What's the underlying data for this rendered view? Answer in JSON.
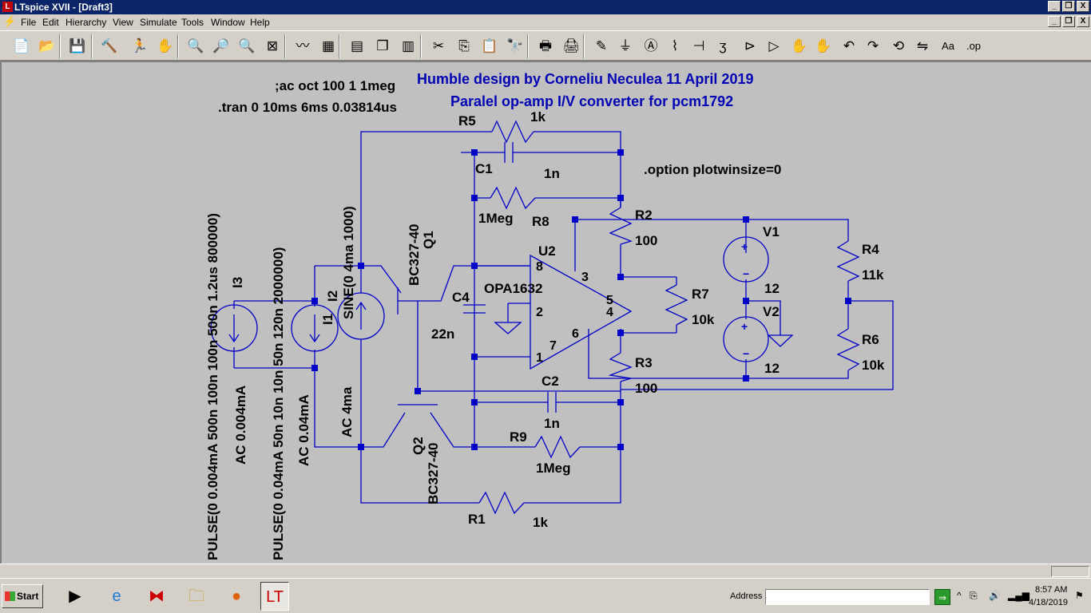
{
  "window": {
    "title": "LTspice XVII - [Draft3]",
    "controls": {
      "minimize": "_",
      "restore": "❐",
      "close": "X"
    }
  },
  "menu": [
    "File",
    "Edit",
    "Hierarchy",
    "View",
    "Simulate",
    "Tools",
    "Window",
    "Help"
  ],
  "toolbar": {
    "buttons": [
      {
        "name": "new-schematic-icon",
        "glyph": "📄"
      },
      {
        "name": "open-icon",
        "glyph": "📂"
      },
      {
        "name": "save-icon",
        "glyph": "💾"
      },
      {
        "name": "control-panel-icon",
        "glyph": "🔨"
      },
      {
        "name": "run-icon",
        "glyph": "🏃"
      },
      {
        "name": "halt-icon",
        "glyph": "✋"
      },
      {
        "name": "zoom-in-icon",
        "glyph": "🔍"
      },
      {
        "name": "zoom-pan-icon",
        "glyph": "🔎"
      },
      {
        "name": "zoom-out-icon",
        "glyph": "🔍"
      },
      {
        "name": "zoom-fit-icon",
        "glyph": "⊠"
      },
      {
        "name": "autorange-icon",
        "glyph": "〰"
      },
      {
        "name": "delete-trace-icon",
        "glyph": "▦"
      },
      {
        "name": "tile-horizontal-icon",
        "glyph": "▤"
      },
      {
        "name": "cascade-icon",
        "glyph": "❐"
      },
      {
        "name": "tile-vertical-icon",
        "glyph": "▥"
      },
      {
        "name": "cut-icon",
        "glyph": "✂"
      },
      {
        "name": "copy-icon",
        "glyph": "⎘"
      },
      {
        "name": "paste-icon",
        "glyph": "📋"
      },
      {
        "name": "find-icon",
        "glyph": "🔭"
      },
      {
        "name": "print-icon",
        "glyph": "🖶"
      },
      {
        "name": "print-preview-icon",
        "glyph": "🖨"
      },
      {
        "name": "draw-wire-icon",
        "glyph": "✎"
      },
      {
        "name": "ground-icon",
        "glyph": "⏚"
      },
      {
        "name": "label-net-icon",
        "glyph": "Ⓐ"
      },
      {
        "name": "resistor-icon",
        "glyph": "⌇"
      },
      {
        "name": "capacitor-icon",
        "glyph": "⊣"
      },
      {
        "name": "inductor-icon",
        "glyph": "ʒ"
      },
      {
        "name": "diode-icon",
        "glyph": "⊳"
      },
      {
        "name": "component-icon",
        "glyph": "▷"
      },
      {
        "name": "move-icon",
        "glyph": "✋"
      },
      {
        "name": "drag-icon",
        "glyph": "✋"
      },
      {
        "name": "undo-icon",
        "glyph": "↶"
      },
      {
        "name": "redo-icon",
        "glyph": "↷"
      },
      {
        "name": "rotate-icon",
        "glyph": "⟲"
      },
      {
        "name": "mirror-icon",
        "glyph": "⇋"
      },
      {
        "name": "text-icon",
        "glyph": "Aa"
      },
      {
        "name": "spice-directive-icon",
        "glyph": ".op"
      }
    ]
  },
  "schematic": {
    "directives": {
      "ac": ";ac oct 100 1 1meg",
      "tran": ".tran 0 10ms 6ms 0.03814us",
      "option": ".option plotwinsize=0"
    },
    "title_line1": "Humble design by Corneliu Neculea 11 April 2019",
    "title_line2": "Paralel op-amp I/V converter  for pcm1792",
    "components": {
      "R5": {
        "ref": "R5",
        "value": "1k"
      },
      "C1": {
        "ref": "C1",
        "value": "1n"
      },
      "R8": {
        "ref": "R8",
        "value": "1Meg"
      },
      "R2": {
        "ref": "R2",
        "value": "100"
      },
      "U2": {
        "ref": "U2",
        "value": "OPA1632"
      },
      "C4": {
        "ref": "C4",
        "value": "22n"
      },
      "R7": {
        "ref": "R7",
        "value": "10k"
      },
      "R3": {
        "ref": "R3",
        "value": "100"
      },
      "C2": {
        "ref": "C2",
        "value": "1n"
      },
      "R9": {
        "ref": "R9",
        "value": "1Meg"
      },
      "R1": {
        "ref": "R1",
        "value": "1k"
      },
      "V1": {
        "ref": "V1",
        "value": "12"
      },
      "V2": {
        "ref": "V2",
        "value": "12"
      },
      "R4": {
        "ref": "R4",
        "value": "11k"
      },
      "R6": {
        "ref": "R6",
        "value": "10k"
      },
      "Q1": {
        "ref": "Q1",
        "value": "BC327-40"
      },
      "Q2": {
        "ref": "Q2",
        "value": "BC327-40"
      },
      "I1": {
        "ref": "I1",
        "pulse": "PULSE(0 0.04mA 50n 10n 10n 50n 120n 2000000)",
        "ac": "AC 0.04mA"
      },
      "I2": {
        "ref": "I2",
        "sine": "SINE(0 4ma 1000)",
        "ac": "AC 4ma"
      },
      "I3": {
        "ref": "I3",
        "pulse": "PULSE(0 0.004mA 500n 100n 100n 500n 1.2us 800000)",
        "ac": "AC 0.004mA"
      }
    },
    "opamp_pins": [
      "8",
      "2",
      "7",
      "1",
      "3",
      "5",
      "4",
      "6"
    ]
  },
  "taskbar": {
    "start": "Start",
    "address_label": "Address",
    "address_value": "",
    "clock_time": "8:57 AM",
    "clock_date": "4/18/2019"
  },
  "colors": {
    "wire": "#0000c8",
    "text": "#000000",
    "title_text": "#0000b4",
    "canvas": "#c0c0c0",
    "titlebar": "#0a246a"
  }
}
